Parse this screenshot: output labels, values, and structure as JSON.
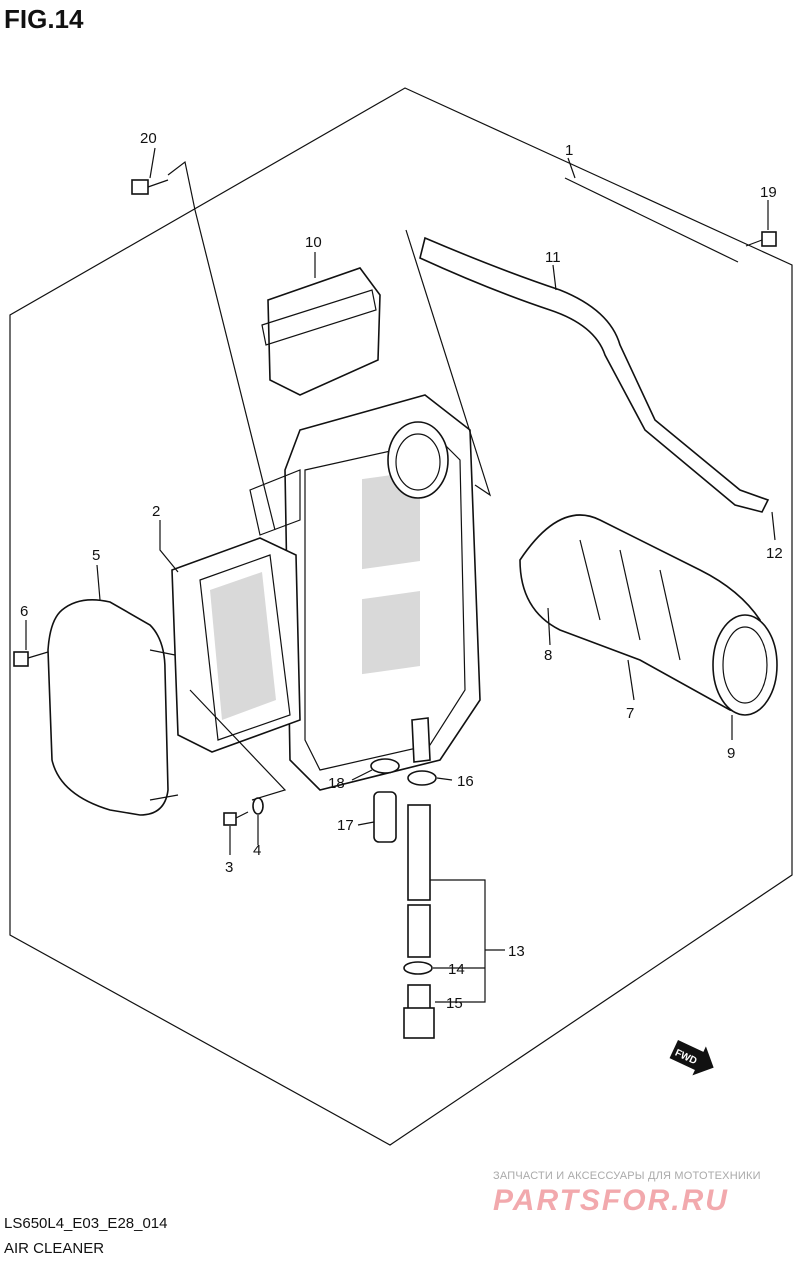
{
  "figure": {
    "title": "FIG.14"
  },
  "callouts": [
    {
      "num": "1"
    },
    {
      "num": "2"
    },
    {
      "num": "3"
    },
    {
      "num": "4"
    },
    {
      "num": "5"
    },
    {
      "num": "6"
    },
    {
      "num": "7"
    },
    {
      "num": "8"
    },
    {
      "num": "9"
    },
    {
      "num": "10"
    },
    {
      "num": "11"
    },
    {
      "num": "12"
    },
    {
      "num": "13"
    },
    {
      "num": "14"
    },
    {
      "num": "15"
    },
    {
      "num": "16"
    },
    {
      "num": "17"
    },
    {
      "num": "18"
    },
    {
      "num": "19"
    },
    {
      "num": "20"
    }
  ],
  "fwd_badge": "FWD",
  "watermark": {
    "tagline": "ЗАПЧАСТИ И АКСЕССУАРЫ ДЛЯ МОТОТЕХНИКИ",
    "brand": "PARTSFOR.RU"
  },
  "footer": {
    "model_code": "LS650L4_E03_E28_014",
    "caption": "AIR CLEANER"
  },
  "colors": {
    "line": "#111111",
    "watermark": "#f2a9ad"
  }
}
